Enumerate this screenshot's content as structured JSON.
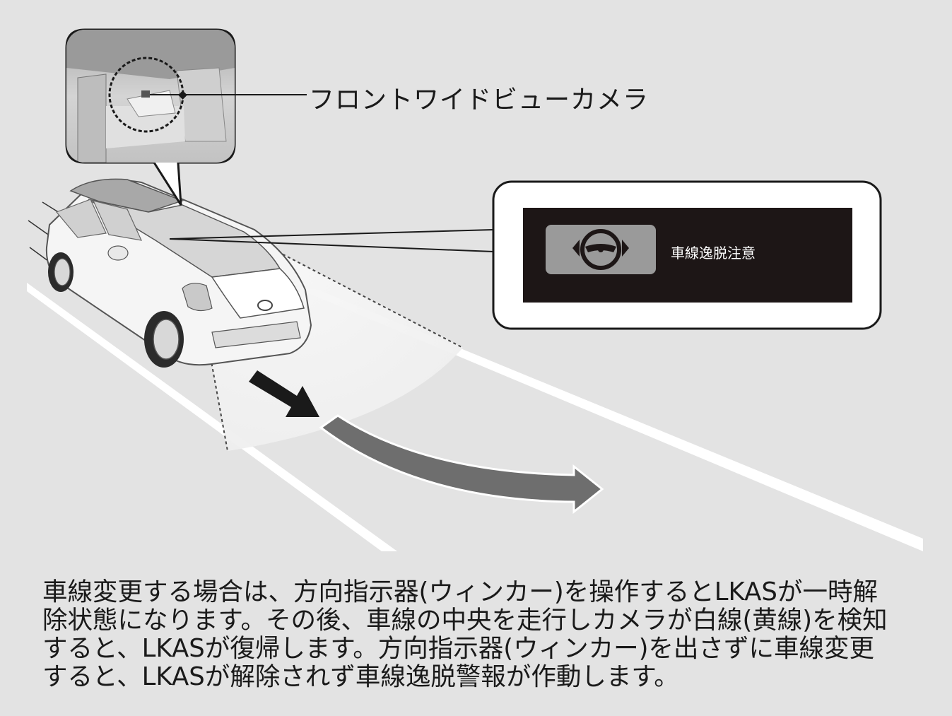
{
  "diagram": {
    "camera_label": "フロントワイドビューカメラ",
    "warning_message": "車線逸脱注意",
    "icons": [
      "lane-departure-icon",
      "car-illustration",
      "camera-detail-inset"
    ],
    "colors": {
      "background": "#e3e3e3",
      "panel_dark": "#1d1616",
      "icon_tile": "#9a9a9a",
      "arrow": "#6e6e6e"
    }
  },
  "caption": {
    "lines": [
      "車線変更する場合は、方向指示器(ウィンカー)を操作するとLKASが一時解",
      "除状態になります。その後、車線の中央を走行しカメラが白線(黄線)を検知",
      "すると、LKASが復帰します。方向指示器(ウィンカー)を出さずに車線変更",
      "すると、LKASが解除されず車線逸脱警報が作動します。"
    ]
  }
}
